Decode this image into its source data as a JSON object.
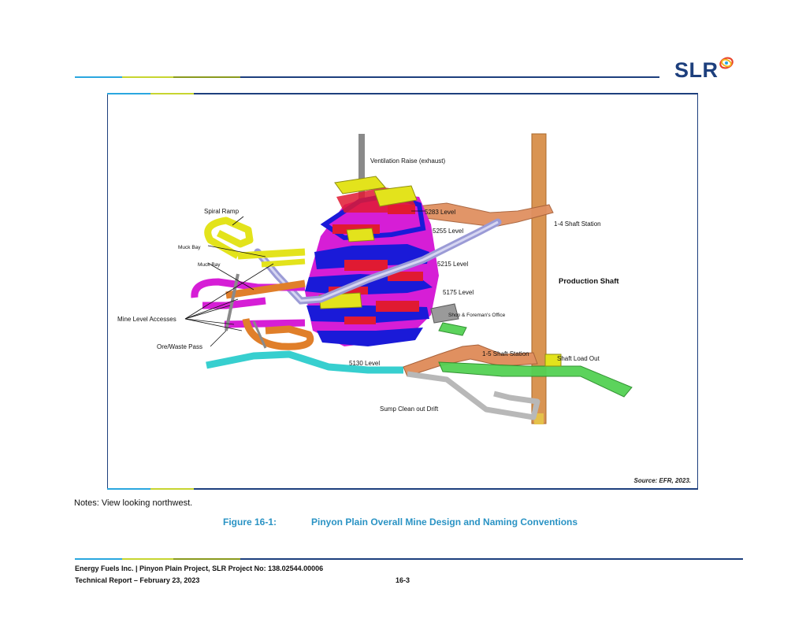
{
  "header": {
    "logo_text": "SLR",
    "colors": {
      "blue": "#2aa7df",
      "green": "#c7d530",
      "olive": "#8a9a1e",
      "navy": "#1d3f7d"
    }
  },
  "figure": {
    "labels": {
      "ventilation_raise": "Ventilation Raise (exhaust)",
      "spiral_ramp": "Spiral Ramp",
      "muck_bay_1": "Muck Bay",
      "muck_bay_2": "Muck Bay",
      "mine_level_accesses": "Mine Level Accesses",
      "ore_waste_pass": "Ore/Waste Pass",
      "level_5283": "5283 Level",
      "level_5255": "5255 Level",
      "level_5215": "5215 Level",
      "level_5175": "5175 Level",
      "level_5130": "5130 Level",
      "shaft_station_14": "1-4 Shaft Station",
      "production_shaft": "Production Shaft",
      "shop_office": "Shop & Foreman's Office",
      "shaft_station_15": "1-5 Shaft Station",
      "shaft_load_out": "Shaft Load Out",
      "sump_drift": "Sump Clean out Drift"
    },
    "source": "Source:  EFR, 2023."
  },
  "notes": "Notes: View looking northwest.",
  "caption": {
    "number": "Figure 16-1:",
    "title": "Pinyon Plain Overall Mine Design and Naming Conventions"
  },
  "footer": {
    "line1": "Energy Fuels Inc. | Pinyon Plain Project, SLR Project No:  138.02544.00006",
    "line2": "Technical Report – February 23, 2023",
    "page": "16-3"
  }
}
